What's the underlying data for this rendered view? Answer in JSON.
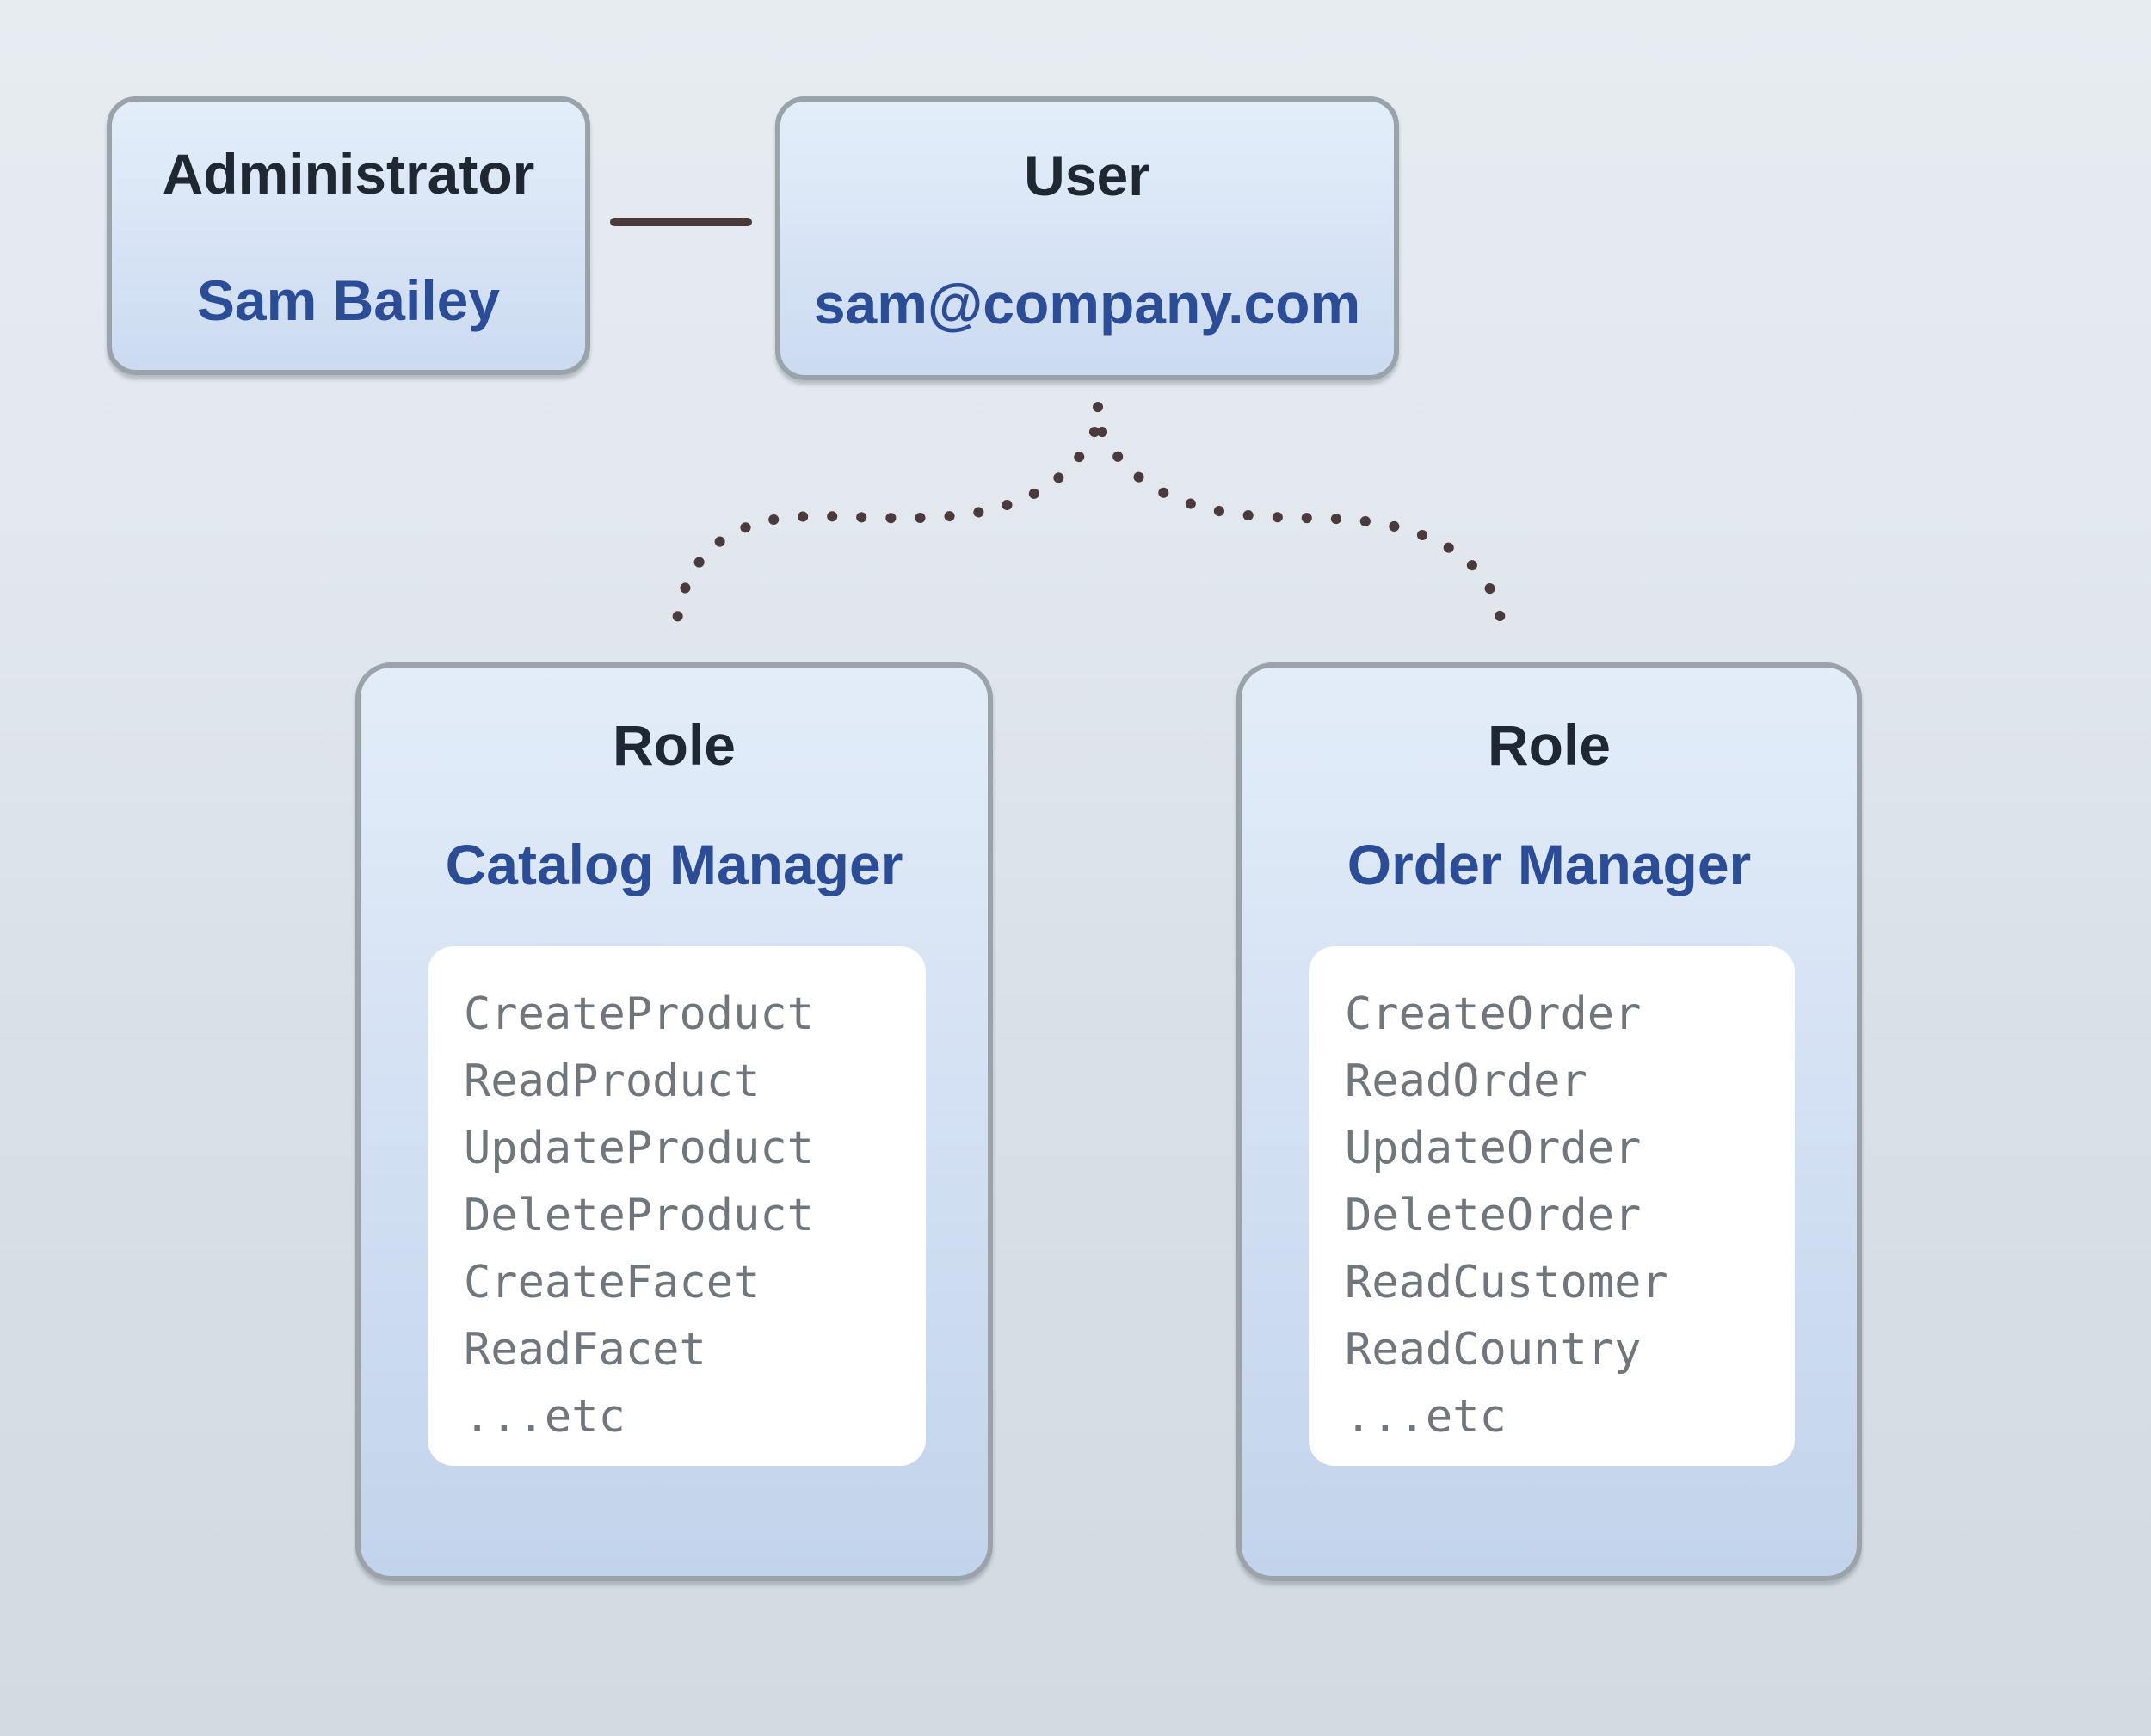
{
  "diagram": {
    "administrator": {
      "title": "Administrator",
      "name": "Sam Bailey"
    },
    "user": {
      "title": "User",
      "email": "sam@company.com"
    },
    "catalog_role": {
      "title": "Role",
      "name": "Catalog Manager",
      "permissions": [
        "CreateProduct",
        "ReadProduct",
        "UpdateProduct",
        "DeleteProduct",
        "CreateFacet",
        "ReadFacet",
        "...etc"
      ]
    },
    "order_role": {
      "title": "Role",
      "name": "Order Manager",
      "permissions": [
        "CreateOrder",
        "ReadOrder",
        "UpdateOrder",
        "DeleteOrder",
        "ReadCustomer",
        "ReadCountry",
        "...etc"
      ]
    },
    "colors": {
      "accent_blue": "#2b4c96",
      "title_dark": "#1f2733",
      "permission_gray": "#6f767c",
      "connector_dark": "#4a3a3c",
      "box_border_gray": "#9aa3a9",
      "box_fill_top": "#e4eefa",
      "box_fill_bottom": "#c2d4eb",
      "panel_white": "#ffffff"
    }
  }
}
